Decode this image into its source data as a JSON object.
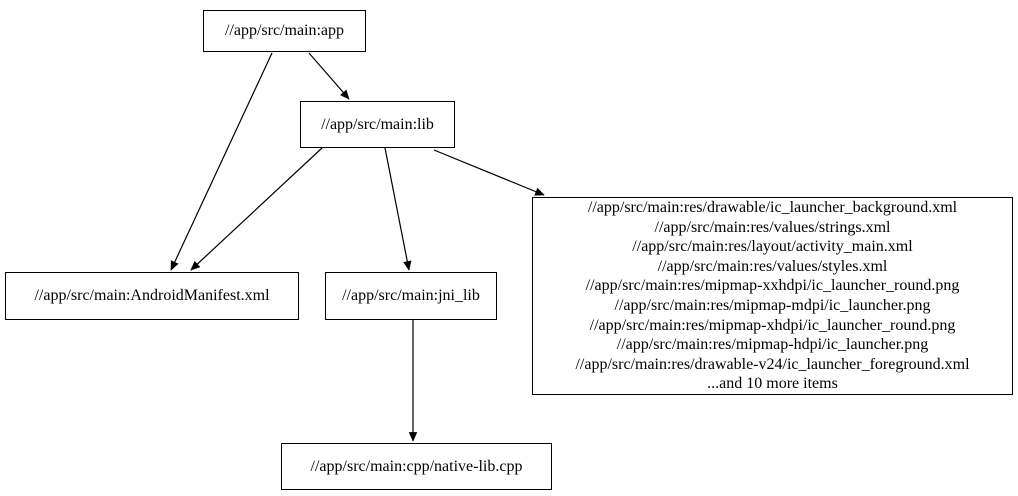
{
  "graph": {
    "title": "bazel-dependency-graph",
    "colors": {
      "background": "#ffffff",
      "node_border": "#000000",
      "node_fill": "#ffffff",
      "text": "#000000",
      "edge": "#000000"
    },
    "nodes": {
      "app": {
        "label": "//app/src/main:app"
      },
      "lib": {
        "label": "//app/src/main:lib"
      },
      "manifest": {
        "label": "//app/src/main:AndroidManifest.xml"
      },
      "jni_lib": {
        "label": "//app/src/main:jni_lib"
      },
      "native_cpp": {
        "label": "//app/src/main:cpp/native-lib.cpp"
      },
      "res_files": {
        "lines": [
          "//app/src/main:res/drawable/ic_launcher_background.xml",
          "//app/src/main:res/values/strings.xml",
          "//app/src/main:res/layout/activity_main.xml",
          "//app/src/main:res/values/styles.xml",
          "//app/src/main:res/mipmap-xxhdpi/ic_launcher_round.png",
          "//app/src/main:res/mipmap-mdpi/ic_launcher.png",
          "//app/src/main:res/mipmap-xhdpi/ic_launcher_round.png",
          "//app/src/main:res/mipmap-hdpi/ic_launcher.png",
          "//app/src/main:res/drawable-v24/ic_launcher_foreground.xml",
          "...and 10 more items"
        ]
      }
    },
    "edges": [
      {
        "from": "app",
        "to": "lib"
      },
      {
        "from": "app",
        "to": "manifest"
      },
      {
        "from": "lib",
        "to": "manifest"
      },
      {
        "from": "lib",
        "to": "jni_lib"
      },
      {
        "from": "lib",
        "to": "res_files"
      },
      {
        "from": "jni_lib",
        "to": "native_cpp"
      }
    ]
  }
}
